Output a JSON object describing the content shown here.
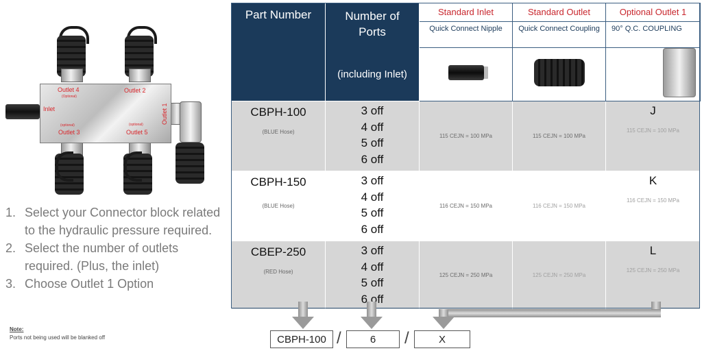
{
  "diagram": {
    "labels": {
      "outlet4": "Outlet 4",
      "outlet4_opt": "(Optional)",
      "outlet2": "Outlet 2",
      "inlet": "Inlet",
      "outlet1": "Outlet 1",
      "outlet3_opt": "(optional)",
      "outlet3": "Outlet 3",
      "outlet5_opt": "(optional)",
      "outlet5": "Outlet 5"
    }
  },
  "steps": [
    {
      "num": "1.",
      "text": "Select your Connector block related to the hydraulic pressure required."
    },
    {
      "num": "2.",
      "text": "Select the number of outlets required. (Plus, the inlet)"
    },
    {
      "num": "3.",
      "text": "Choose Outlet 1 Option"
    }
  ],
  "note": {
    "title": "Note:",
    "text": "Ports not being used will be blanked off"
  },
  "table": {
    "headers": {
      "part_number": "Part Number",
      "ports": "Number of Ports",
      "ports_sub": "(including Inlet)",
      "std_inlet": "Standard Inlet",
      "std_outlet": "Standard Outlet",
      "opt_outlet": "Optional Outlet 1",
      "std_inlet_sub": "Quick Connect  Nipple",
      "std_outlet_sub": "Quick Connect Coupling",
      "opt_outlet_sub": "90° Q.C. COUPLING"
    },
    "rows": [
      {
        "part": "CBPH-100",
        "hose": "(BLUE Hose)",
        "ports": [
          "3 off",
          "4 off",
          "5 off",
          "6 off"
        ],
        "inlet_spec": "115 CEJN = 100 MPa",
        "outlet_spec": "115 CEJN = 100 MPa",
        "opt_letter": "J",
        "opt_spec": "115 CEJN = 100 MPa"
      },
      {
        "part": "CBPH-150",
        "hose": "(BLUE Hose)",
        "ports": [
          "3 off",
          "4 off",
          "5 off",
          "6 off"
        ],
        "inlet_spec": "116 CEJN = 150 MPa",
        "outlet_spec": "116 CEJN = 150 MPa",
        "opt_letter": "K",
        "opt_spec": "116 CEJN = 150 MPa"
      },
      {
        "part": "CBEP-250",
        "hose": "(RED Hose)",
        "ports": [
          "3 off",
          "4 off",
          "5 off",
          "6 off"
        ],
        "inlet_spec": "125 CEJN = 250 MPa",
        "outlet_spec": "125 CEJN = 250 MPa",
        "opt_letter": "L",
        "opt_spec": "125 CEJN = 250 MPa"
      }
    ]
  },
  "selection": {
    "part": "CBPH-100",
    "slash1": "/",
    "ports": "6",
    "slash2": "/",
    "option": "X"
  }
}
